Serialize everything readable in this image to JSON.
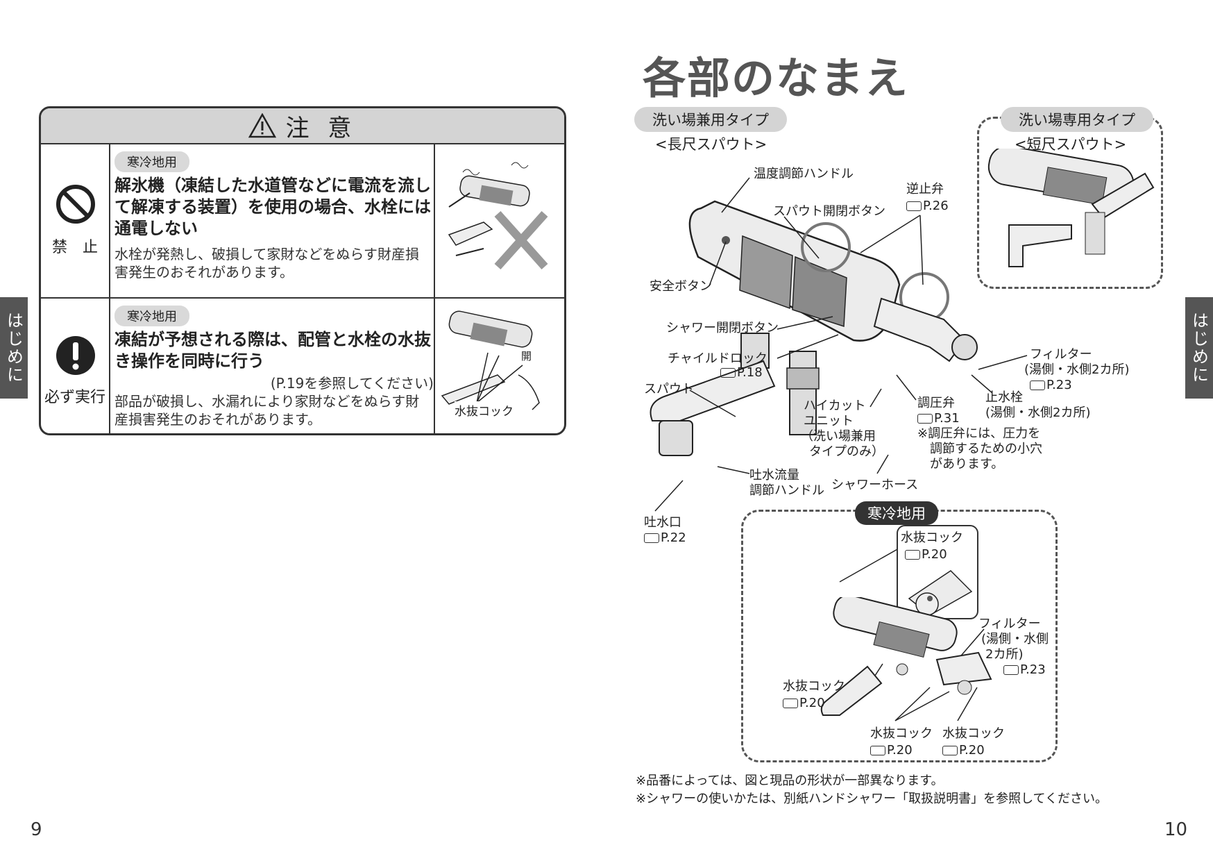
{
  "left_page": {
    "page_number": "9",
    "side_tab": "はじめに",
    "caution": {
      "title": "注 意",
      "rows": [
        {
          "badge": "寒冷地用",
          "icon_label": "禁　止",
          "icon_name": "prohibition-icon",
          "heading": "解氷機（凍結した水道管などに電流を流して解凍する装置）を使用の場合、水栓には通電しない",
          "body": "水栓が発熱し、破損して家財などをぬらす財産損害発生のおそれがあります。"
        },
        {
          "badge": "寒冷地用",
          "icon_label": "必ず実行",
          "icon_name": "mandatory-icon",
          "heading": "凍結が予想される際は、配管と水栓の水抜き操作を同時に行う",
          "reference": "(P.19を参照してください)",
          "body": "部品が破損し、水漏れにより家財などをぬらす財産損害発生のおそれがあります。",
          "image_labels": [
            "開",
            "水抜コック"
          ]
        }
      ]
    }
  },
  "right_page": {
    "page_number": "10",
    "side_tab": "はじめに",
    "title": "各部のなまえ",
    "type_long": {
      "pill": "洗い場兼用タイプ",
      "sub": "<長尺スパウト>"
    },
    "type_short": {
      "pill": "洗い場専用タイプ",
      "sub": "<短尺スパウト>"
    },
    "labels": {
      "temp_handle": "温度調節ハンドル",
      "check_valve": "逆止弁",
      "check_valve_ref": "P.26",
      "spout_button": "スパウト開閉ボタン",
      "safety_button": "安全ボタン",
      "shower_button": "シャワー開閉ボタン",
      "child_lock": "チャイルドロック",
      "child_lock_ref": "P.18",
      "spout": "スパウト",
      "highcut_1": "ハイカット",
      "highcut_2": "ユニット",
      "highcut_3": "（洗い場兼用",
      "highcut_4": "タイプのみ）",
      "pressure_valve": "調圧弁",
      "pressure_valve_ref": "P.31",
      "pressure_note_1": "※調圧弁には、圧力を",
      "pressure_note_2": "調節するための小穴",
      "pressure_note_3": "があります。",
      "filter_1": "フィルター",
      "filter_2": "(湯側・水側2カ所)",
      "filter_ref": "P.23",
      "stop_valve_1": "止水栓",
      "stop_valve_2": "(湯側・水側2カ所)",
      "flow_handle_1": "吐水流量",
      "flow_handle_2": "調節ハンドル",
      "shower_hose": "シャワーホース",
      "outlet": "吐水口",
      "outlet_ref": "P.22"
    },
    "cold_region": {
      "pill": "寒冷地用",
      "inset_label": "水抜コック",
      "inset_ref": "P.20",
      "filter_1": "フィルター",
      "filter_2": "(湯側・水側",
      "filter_3": "2カ所)",
      "filter_ref": "P.23",
      "drain_left": "水抜コック",
      "drain_left_ref": "P.20",
      "drain_mid": "水抜コック",
      "drain_mid_ref": "P.20",
      "drain_right": "水抜コック",
      "drain_right_ref": "P.20"
    },
    "notes": [
      "※品番によっては、図と現品の形状が一部異なります。",
      "※シャワーの使いかたは、別紙ハンドシャワー「取扱説明書」を参照してください。"
    ]
  }
}
